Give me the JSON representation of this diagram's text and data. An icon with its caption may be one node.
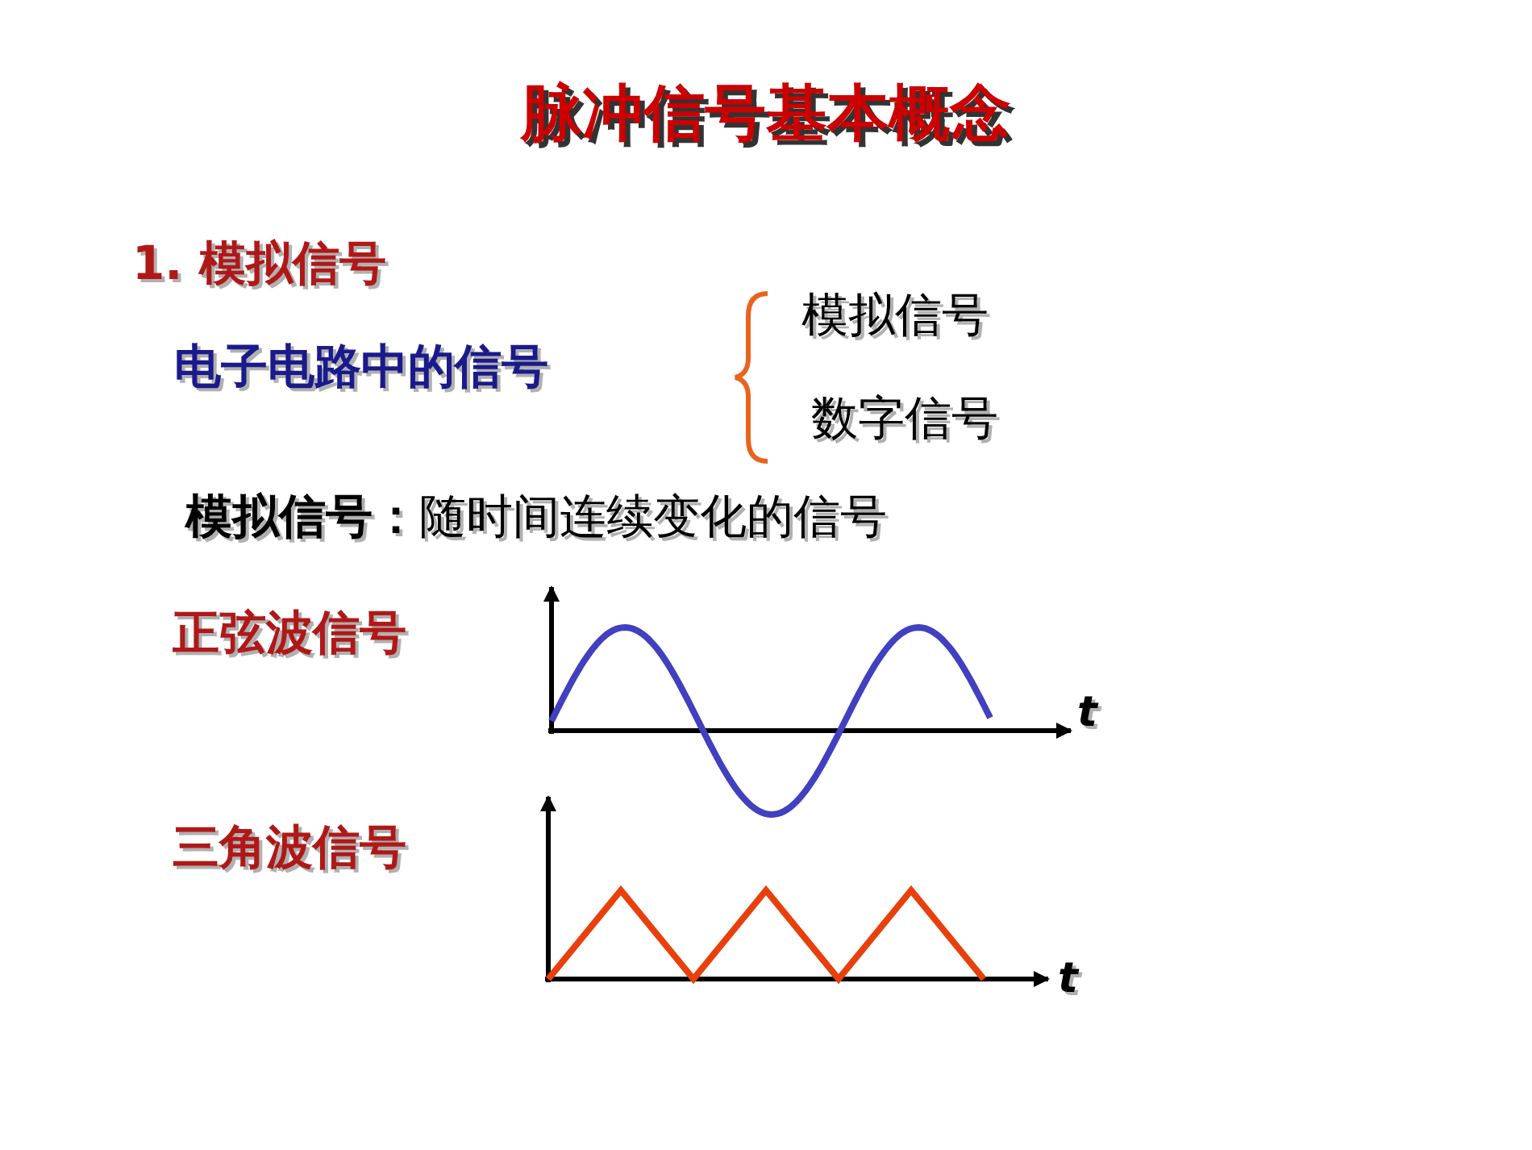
{
  "diagram": {
    "title": "脉冲信号基本概念",
    "labels": [
      "1. 模拟信号",
      "电子电路中的信号",
      "模拟信号",
      "数字信号",
      "**模拟信号：**随时间连续变化的信号",
      "正弦波信号",
      "t",
      "三角波信号",
      "t"
    ]
  }
}
